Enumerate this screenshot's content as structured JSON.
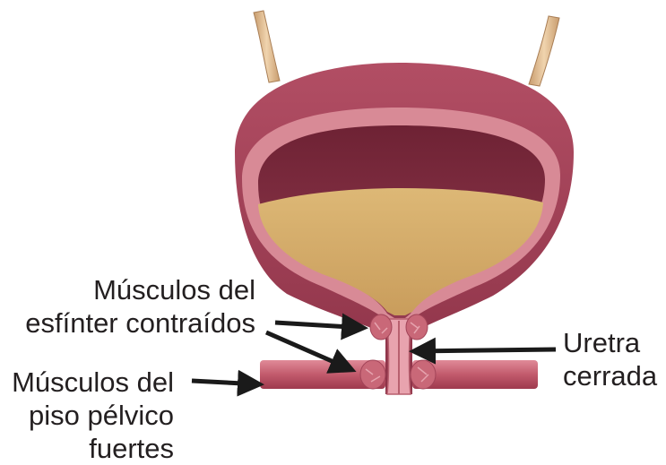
{
  "labels": {
    "sphincter": {
      "line1": "Músculos del",
      "line2": "esfínter contraídos"
    },
    "urethra": {
      "line1": "Uretra",
      "line2": "cerrada"
    },
    "pelvic_floor": {
      "line1": "Músculos del",
      "line2": "piso pélvico",
      "line3": "fuertes"
    }
  },
  "colors": {
    "bladder_outer": "#a64458",
    "bladder_rim": "#d88a96",
    "bladder_interior": "#7d2a3c",
    "urine": "#d4ae6c",
    "muscle": "#c96878",
    "ureter": "#d9b48a",
    "arrow": "#1a1a1a",
    "text": "#231f20"
  }
}
